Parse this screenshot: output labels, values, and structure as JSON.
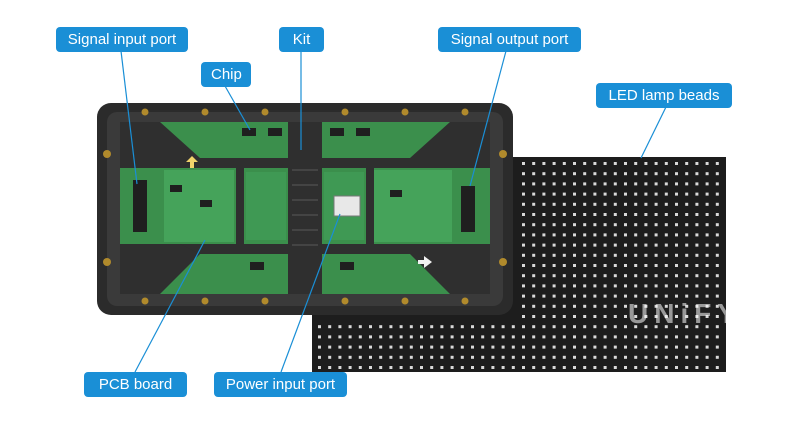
{
  "labels": {
    "signal_input_port": "Signal input port",
    "kit": "Kit",
    "signal_output_port": "Signal output port",
    "chip": "Chip",
    "led_lamp_beads": "LED lamp beads",
    "pcb_board": "PCB board",
    "power_input_port": "Power input port"
  },
  "watermark": "UNiFY",
  "colors": {
    "label_bg": "#1a8fd6",
    "label_text": "#ffffff",
    "leader_line": "#1a8fd6",
    "pcb_green": "#3b8f4c",
    "led_panel": "#1d1d1d"
  }
}
